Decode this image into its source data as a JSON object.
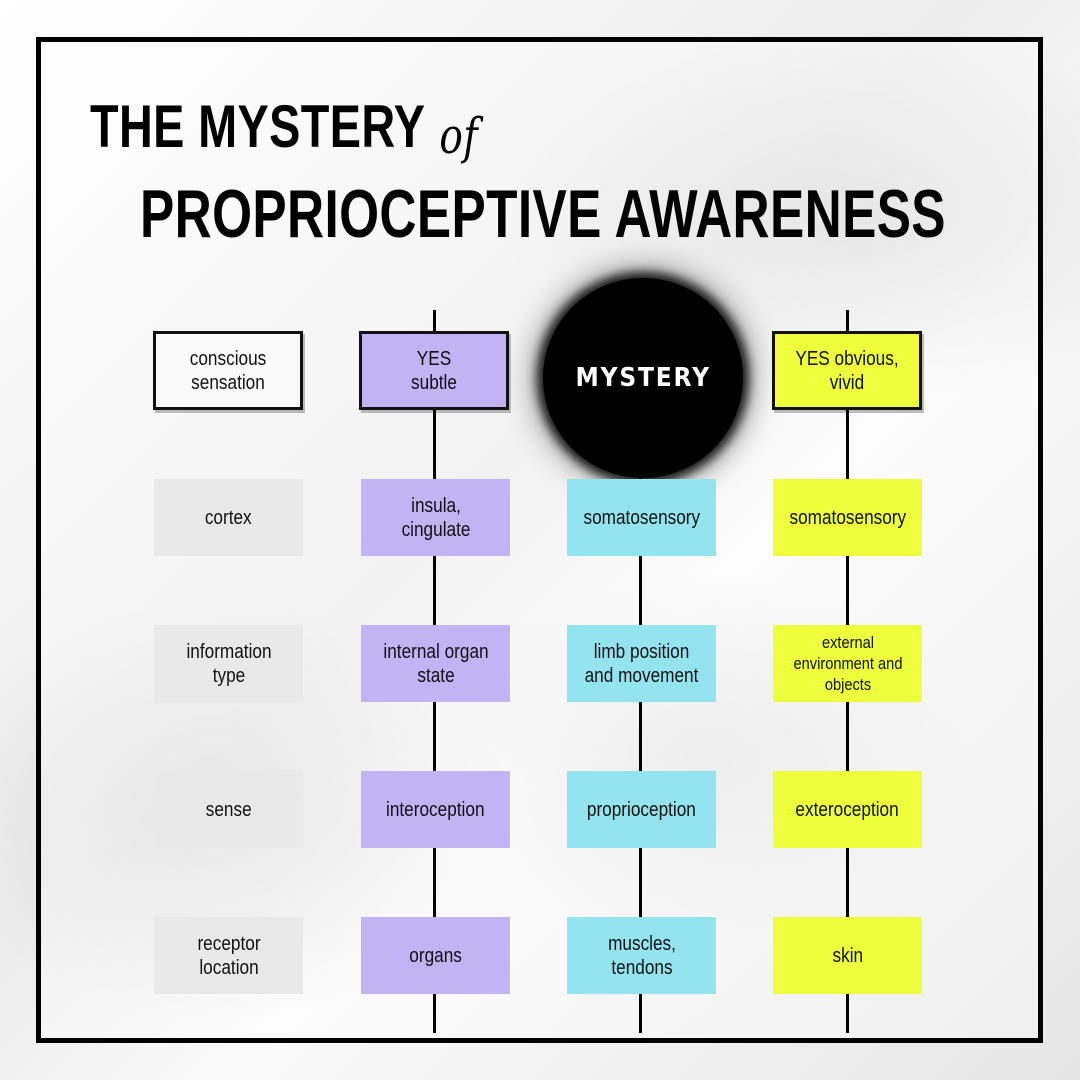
{
  "title": {
    "line1": "THE MYSTERY",
    "of": "of",
    "line2": "PROPRIOCEPTIVE AWARENESS"
  },
  "mystery_label": "MYSTERY",
  "colors": {
    "label_gray": "#e9e9e9",
    "interoception_purple": "#c2b4f4",
    "proprioception_cyan": "#94e4ef",
    "exteroception_yellow": "#eeff3c",
    "mystery_black": "#000000"
  },
  "rows": {
    "conscious": {
      "label": "conscious sensation",
      "interoception": "YES subtle",
      "exteroception": "YES obvious, vivid"
    },
    "cortex": {
      "label": "cortex",
      "interoception": "insula, cingulate",
      "proprioception": "somatosensory",
      "exteroception": "somatosensory"
    },
    "information_type": {
      "label": "information type",
      "interoception": "internal organ state",
      "proprioception": "limb position and movement",
      "exteroception": "external environment and objects"
    },
    "sense": {
      "label": "sense",
      "interoception": "interoception",
      "proprioception": "proprioception",
      "exteroception": "exteroception"
    },
    "receptor_location": {
      "label": "receptor location",
      "interoception": "organs",
      "proprioception": "muscles, tendons",
      "exteroception": "skin"
    }
  }
}
